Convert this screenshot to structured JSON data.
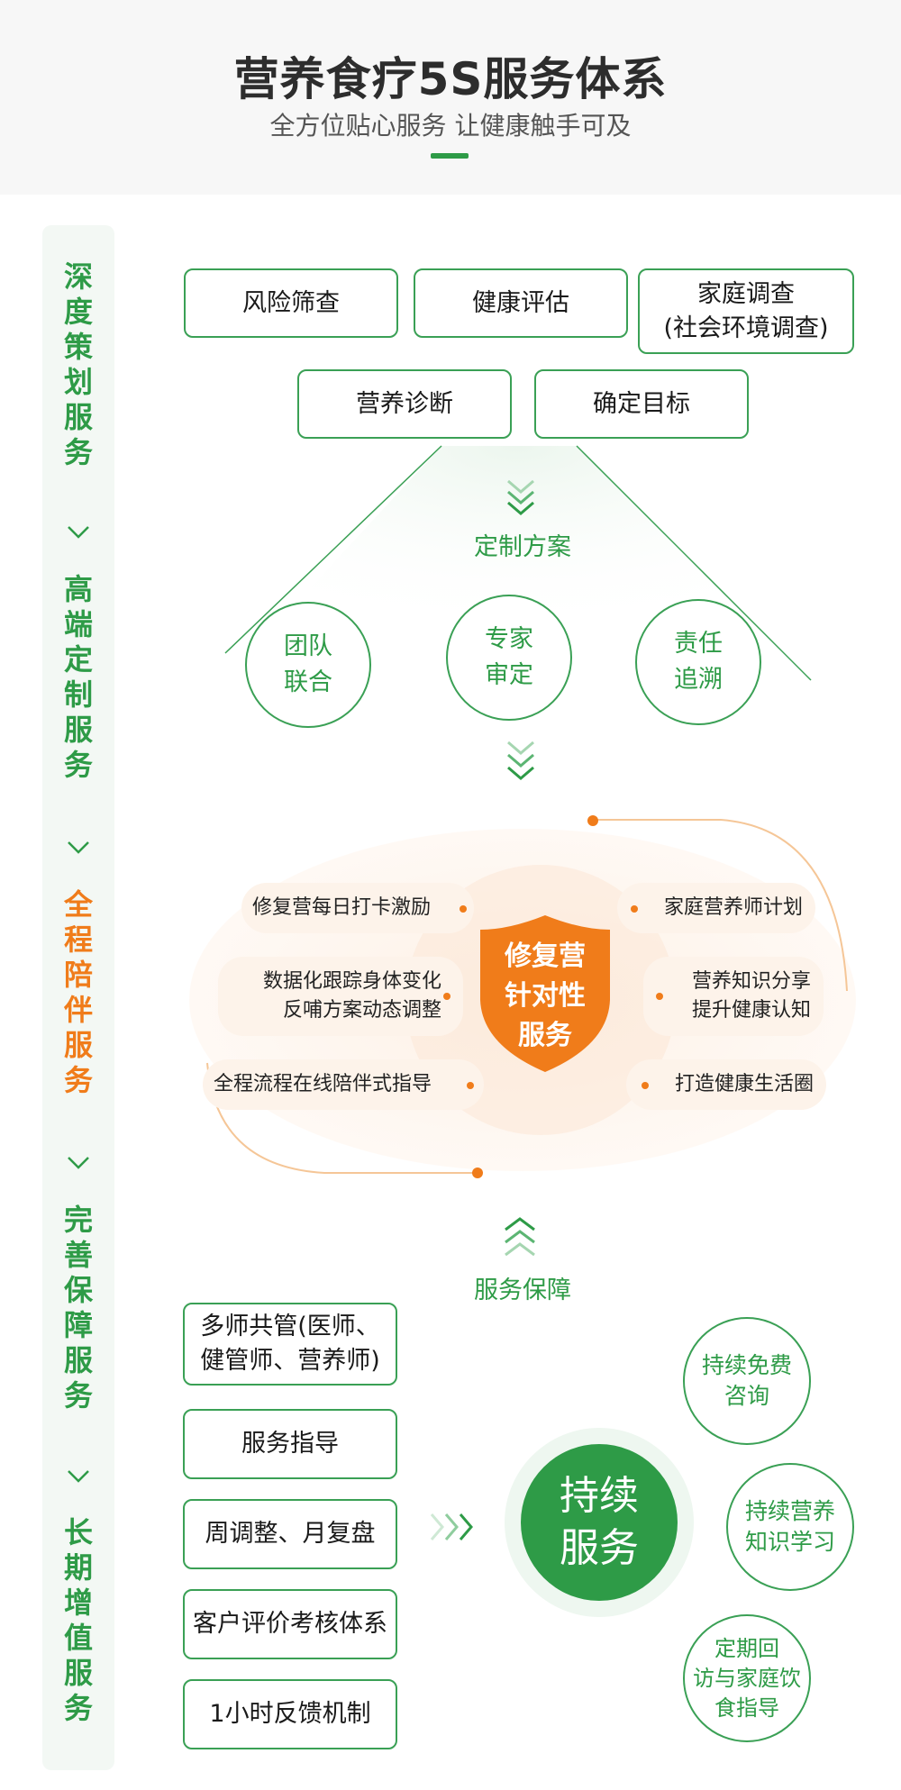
{
  "header": {
    "title": "营养食疗5S服务体系",
    "subtitle": "全方位贴心服务 让健康触手可及"
  },
  "sidebar": {
    "sections": [
      "深度策划服务",
      "高端定制服务",
      "全程陪伴服务",
      "完善保障服务",
      "长期增值服务"
    ]
  },
  "planning": {
    "boxes": [
      "风险筛查",
      "健康评估",
      "家庭调查\n(社会环境调查)",
      "营养诊断",
      "确定目标"
    ],
    "custom_label": "定制方案",
    "circles": [
      "团队\n联合",
      "专家\n审定",
      "责任\n追溯"
    ]
  },
  "companion": {
    "shield_text": "修复营\n针对性\n服务",
    "left_items": [
      "修复营每日打卡激励",
      "数据化跟踪身体变化\n反哺方案动态调整",
      "全程流程在线陪伴式指导"
    ],
    "right_items": [
      "家庭营养师计划",
      "营养知识分享\n提升健康认知",
      "打造健康生活圈"
    ]
  },
  "guarantee": {
    "label": "服务保障",
    "boxes": [
      "多师共管(医师、\n健管师、营养师)",
      "服务指导",
      "周调整、月复盘",
      "客户评价考核体系",
      "1小时反馈机制"
    ],
    "center": "持续\n服务",
    "circles": [
      "持续免费\n咨询",
      "持续营养\n知识学习",
      "定期回\n访与家庭饮\n食指导"
    ]
  },
  "colors": {
    "green": "#2e9b47",
    "orange": "#f07c1a",
    "light_green": "#f3f8f4"
  }
}
